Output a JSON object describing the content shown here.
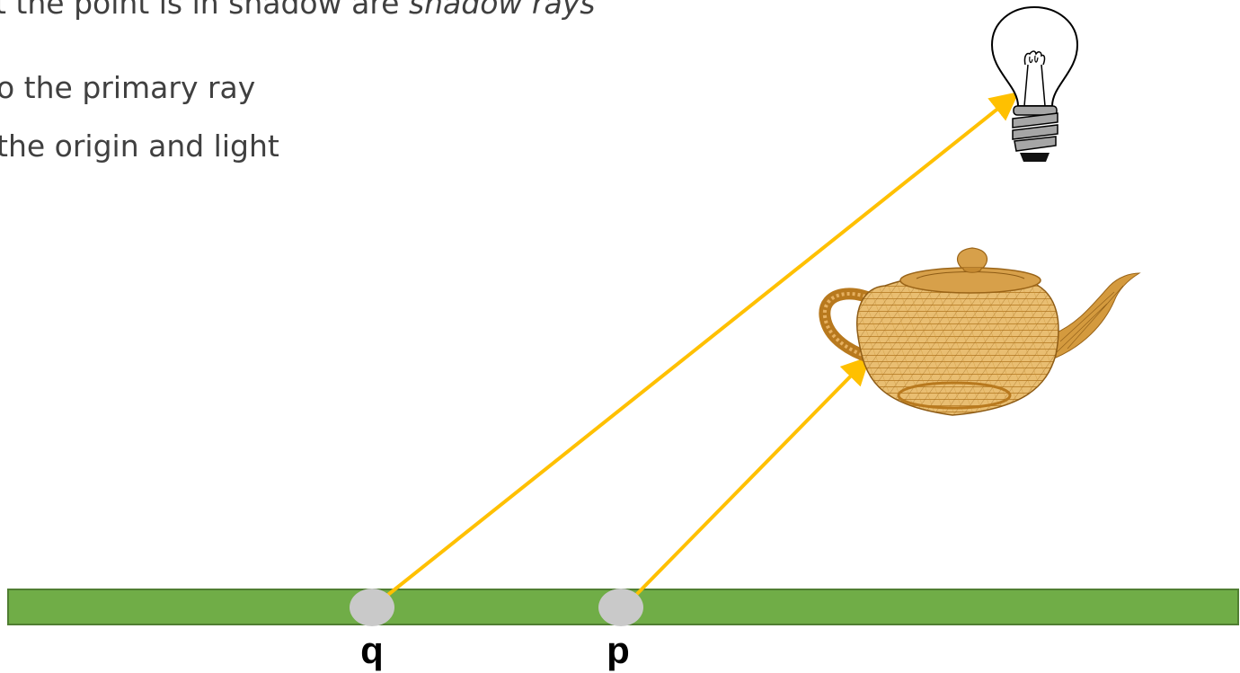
{
  "slide": {
    "bullets": [
      {
        "text_plain": "t the point is in shadow are ",
        "text_emph": "shadow rays"
      },
      {
        "text_plain": "o the primary ray"
      },
      {
        "text_plain": "the origin and light"
      }
    ]
  },
  "diagram": {
    "points": [
      {
        "label": "q"
      },
      {
        "label": "p"
      }
    ],
    "icons": {
      "light": "light-bulb-icon",
      "object": "teapot-wireframe"
    },
    "colors": {
      "ground": "#70AD47",
      "ground_border": "#507E32",
      "ray": "#FFC000",
      "point": "#C9C9C9",
      "teapot": "#C8882A",
      "text": "#404040"
    }
  }
}
